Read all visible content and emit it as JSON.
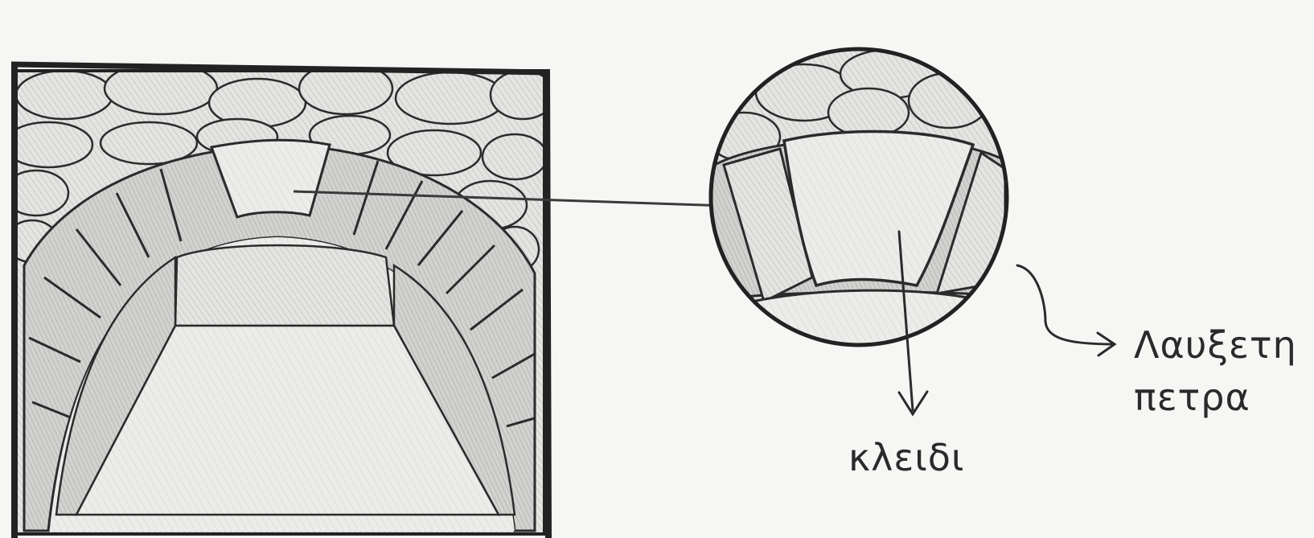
{
  "diagram": {
    "labels": {
      "keystone": "κλειδι",
      "voussoir_line1": "Λαυξετη",
      "voussoir_line2": "πετρα"
    },
    "colors": {
      "paper": "#f6f6f4",
      "ink": "#2b2b2b",
      "shade_light": "#e6e6e4",
      "shade_mid": "#cfcfcd",
      "shade_dark": "#b9b9b7"
    }
  }
}
